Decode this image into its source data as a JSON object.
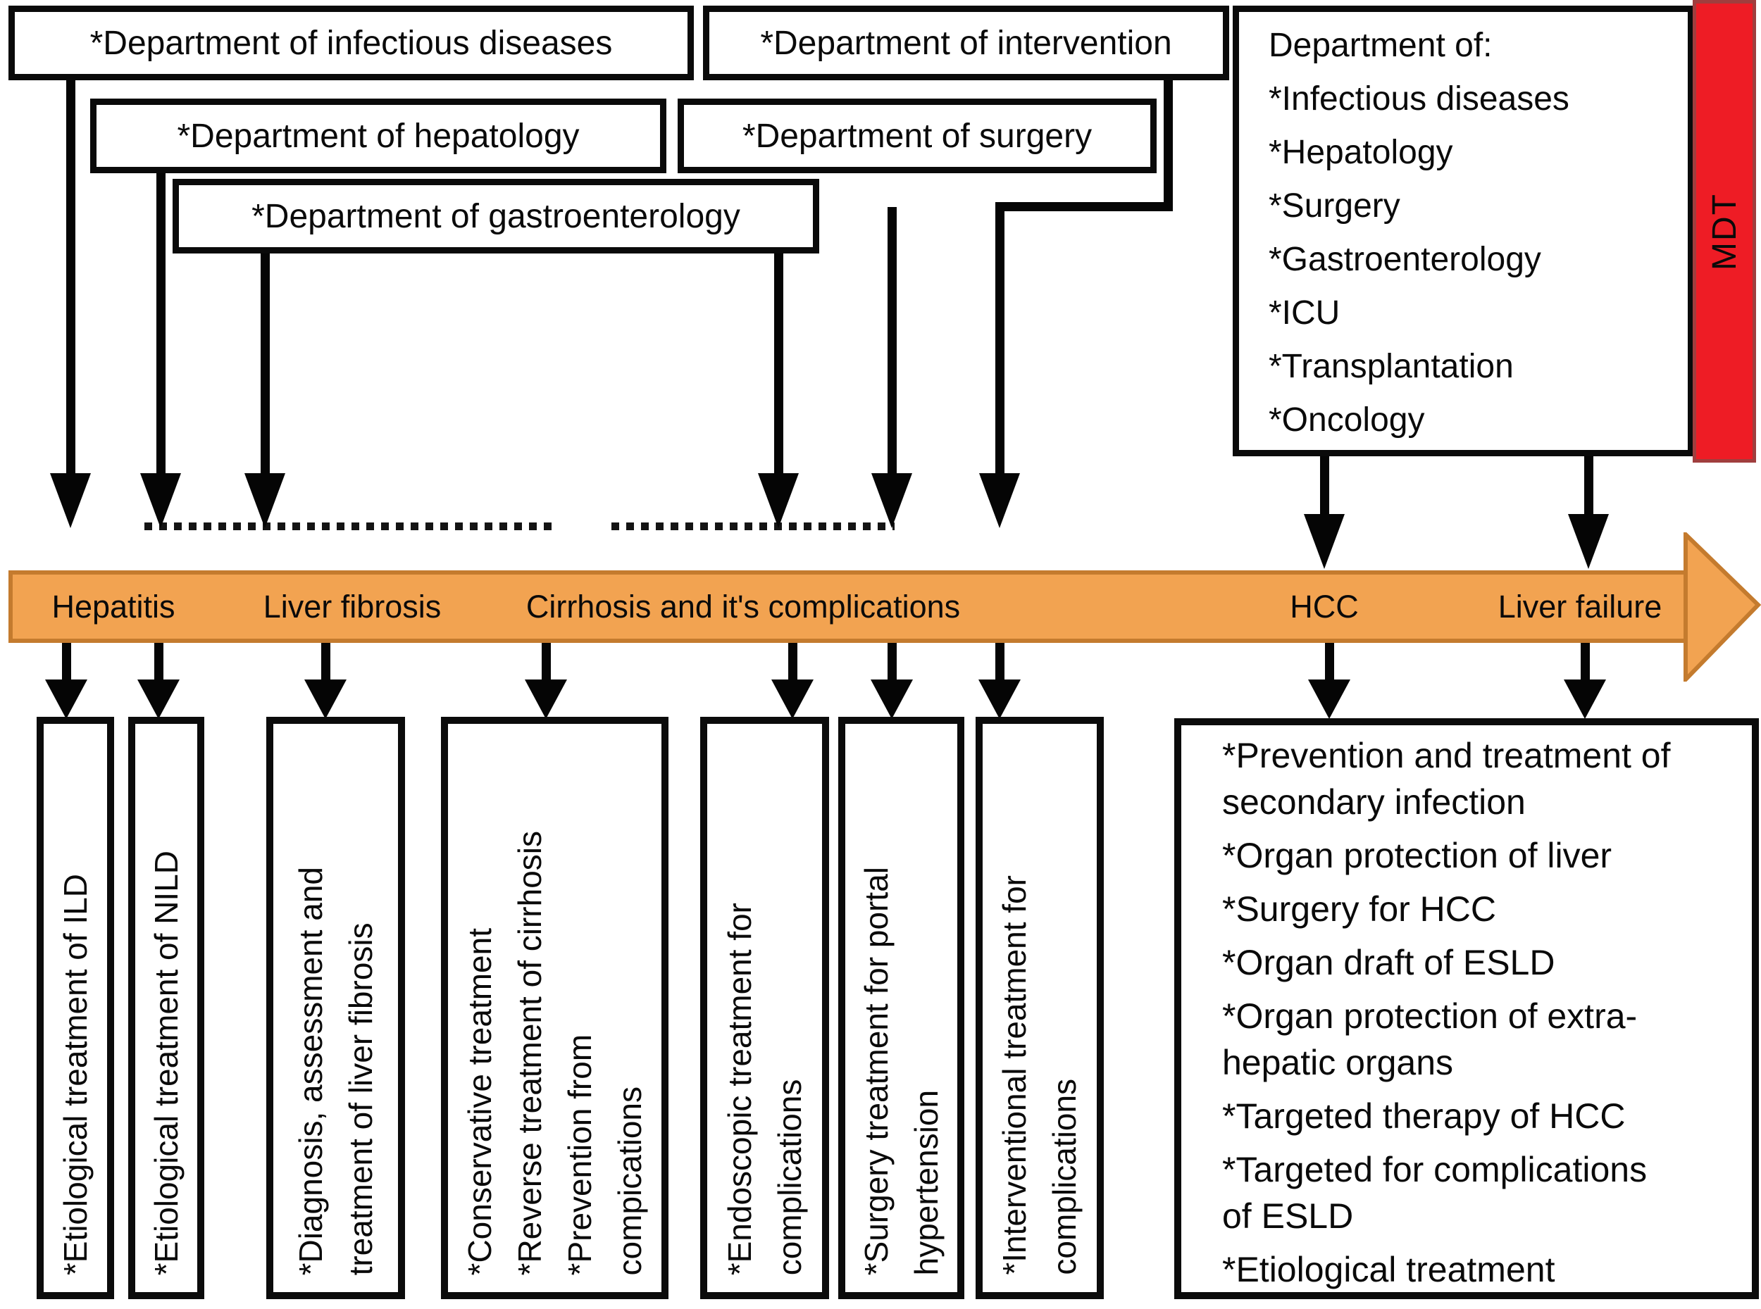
{
  "top_departments": {
    "infectious_diseases": "*Department of infectious diseases",
    "intervention": "*Department of intervention",
    "hepatology": "*Department of hepatology",
    "surgery": "*Department of surgery",
    "gastroenterology": "*Department of gastroenterology"
  },
  "mdt_panel": {
    "title": "Department of:",
    "items": [
      "*Infectious diseases",
      "*Hepatology",
      "*Surgery",
      "*Gastroenterology",
      "*ICU",
      "*Transplantation",
      "*Oncology"
    ],
    "tag": "MDT"
  },
  "timeline": {
    "stages": [
      "Hepatitis",
      "Liver fibrosis",
      "Cirrhosis and it's complications",
      "HCC",
      "Liver failure"
    ]
  },
  "treatment_boxes": {
    "ild": "*Etiological treatment of ILD",
    "nild": "*Etiological treatment of NILD",
    "fibrosis": "*Diagnosis, assessment and\ntreatment of liver fibrosis",
    "cirrhosis": "*Conservative treatment\n*Reverse treatment of cirrhosis\n*Prevention from\ncompications",
    "endoscopic": "*Endoscopic treatment for\ncomplications",
    "portal_hypertension": "*Surgery treatment for portal\nhypertension",
    "interventional": "*Interventional treatment for\ncomplications",
    "advanced": [
      "*Prevention and treatment of\nsecondary infection",
      "*Organ protection of liver",
      "*Surgery for HCC",
      "*Organ draft of ESLD",
      "*Organ protection of extra-\nhepatic organs",
      "*Targeted therapy of HCC",
      "*Targeted for complications\nof ESLD",
      "*Etiological treatment"
    ]
  },
  "colors": {
    "timeline_fill": "#f2a351",
    "timeline_border": "#c47b2e",
    "mdt_red": "#ee1c25",
    "line_black": "#050505"
  }
}
